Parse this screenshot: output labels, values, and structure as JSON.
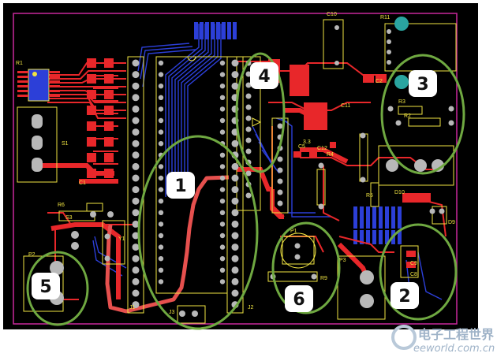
{
  "colors": {
    "board_bg": "#000000",
    "outline": "#c8289c",
    "silkscreen": "#f0e442",
    "top_copper": "#e8272a",
    "bottom_copper": "#2c3fd8",
    "highlight_ring": "#6fa841",
    "callout_fill": "#ffffff",
    "pad": "#b8b8b8"
  },
  "component_labels": {
    "R1": "R1",
    "S1": "S1",
    "C1": "C1",
    "R6": "R6",
    "S3": "S3",
    "Y1": "Y1",
    "J1": "J1",
    "J2": "J2",
    "J3": "J3",
    "P2": "P2",
    "P1": "P1",
    "P3": "P3",
    "R9": "R9",
    "C10": "C10",
    "R11": "R11",
    "C2": "C2",
    "R3": "R3",
    "R2": "R2",
    "C5": "C5",
    "C12": "C12",
    "R4": "R4",
    "R5": "R5",
    "D10": "D10",
    "D9": "D9",
    "C9": "C9",
    "C8": "C8",
    "C11": "C11",
    "V33": "3.3"
  },
  "callouts": [
    "1",
    "2",
    "3",
    "4",
    "5",
    "6"
  ],
  "watermark": {
    "cn": "电子工程世界",
    "en": "eeworld.com.cn"
  }
}
